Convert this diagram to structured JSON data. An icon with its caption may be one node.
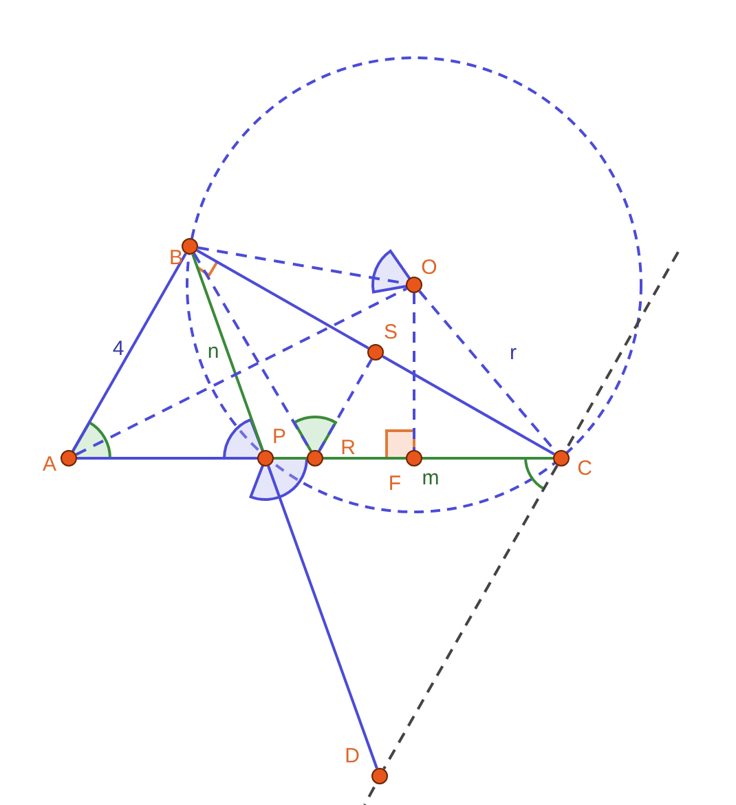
{
  "diagram": {
    "nodes": [
      {
        "text": [
          "B"
        ]
      },
      {
        "text": [
          "O"
        ]
      },
      {
        "text": [
          "S"
        ]
      },
      {
        "text": [
          "A"
        ]
      },
      {
        "text": [
          "P"
        ]
      },
      {
        "text": [
          "R"
        ]
      },
      {
        "text": [
          "F"
        ]
      },
      {
        "text": [
          "C"
        ]
      },
      {
        "text": [
          "D"
        ]
      }
    ],
    "edges": [
      {
        "from": 3,
        "to": 0,
        "arrow": "none",
        "label": "4"
      },
      {
        "from": 0,
        "to": 2,
        "arrow": "none"
      },
      {
        "from": 2,
        "to": 7,
        "arrow": "none"
      },
      {
        "from": 3,
        "to": 4,
        "arrow": "none"
      },
      {
        "from": 4,
        "to": 7,
        "arrow": "none",
        "label": "m",
        "color": "#3a8a3a"
      },
      {
        "from": 0,
        "to": 4,
        "arrow": "none",
        "label": "n",
        "color": "#3a8a3a"
      },
      {
        "from": 4,
        "to": 8,
        "arrow": "none"
      },
      {
        "from": 0,
        "to": 1,
        "arrow": "none",
        "style": "dashed"
      },
      {
        "from": 3,
        "to": 1,
        "arrow": "none",
        "style": "dashed"
      },
      {
        "from": 1,
        "to": 7,
        "arrow": "none",
        "label": "r",
        "style": "dashed"
      },
      {
        "from": 1,
        "to": 6,
        "arrow": "none",
        "style": "dashed"
      },
      {
        "from": 0,
        "to": 5,
        "arrow": "none",
        "style": "dashed"
      },
      {
        "from": 5,
        "to": 2,
        "arrow": "none",
        "style": "dashed"
      },
      {
        "from": 7,
        "to": 8,
        "arrow": "none",
        "style": "dashed",
        "color": "#444444"
      }
    ]
  }
}
